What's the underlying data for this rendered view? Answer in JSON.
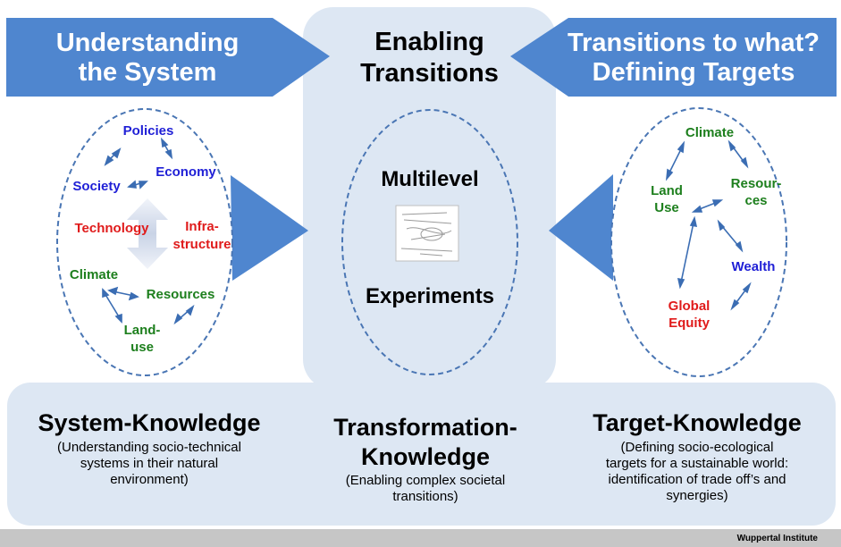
{
  "header": {
    "left": [
      "Understanding",
      "the System"
    ],
    "center": [
      "Enabling",
      "Transitions"
    ],
    "right": [
      "Transitions to what?",
      "Defining Targets"
    ]
  },
  "left_cluster": {
    "policies": "Policies",
    "society": "Society",
    "economy": "Economy",
    "technology": "Technology",
    "infrastructure": [
      "Infra-",
      "structure"
    ],
    "climate": "Climate",
    "resources": "Resources",
    "landuse": [
      "Land-",
      "use"
    ]
  },
  "center_cluster": {
    "top": "Multilevel",
    "bottom": "Experiments"
  },
  "right_cluster": {
    "climate": "Climate",
    "landuse": [
      "Land",
      "Use"
    ],
    "resources": [
      "Resour-",
      "ces"
    ],
    "wealth": "Wealth",
    "equity": [
      "Global",
      "Equity"
    ]
  },
  "knowledge": {
    "system": {
      "title": "System-Knowledge",
      "sub": [
        "(Understanding socio-technical",
        "systems in their natural",
        "environment)"
      ]
    },
    "transformation": {
      "title": [
        "Transformation-",
        "Knowledge"
      ],
      "sub": [
        "(Enabling complex societal",
        "transitions)"
      ]
    },
    "target": {
      "title": "Target-Knowledge",
      "sub": [
        "(Defining socio-ecological",
        "targets for a sustainable world:",
        "identification of trade off’s and",
        "synergies)"
      ]
    }
  },
  "footer": {
    "label": "Wuppertal Institute"
  },
  "colors": {
    "banner": "#4f86cf",
    "panel": "#dde7f3",
    "dash": "#4a76b4",
    "arrow": "#3b6db3",
    "policy_blue": "#1f1fd6",
    "tech_red": "#e01b1b",
    "env_green": "#1d7f1d"
  }
}
